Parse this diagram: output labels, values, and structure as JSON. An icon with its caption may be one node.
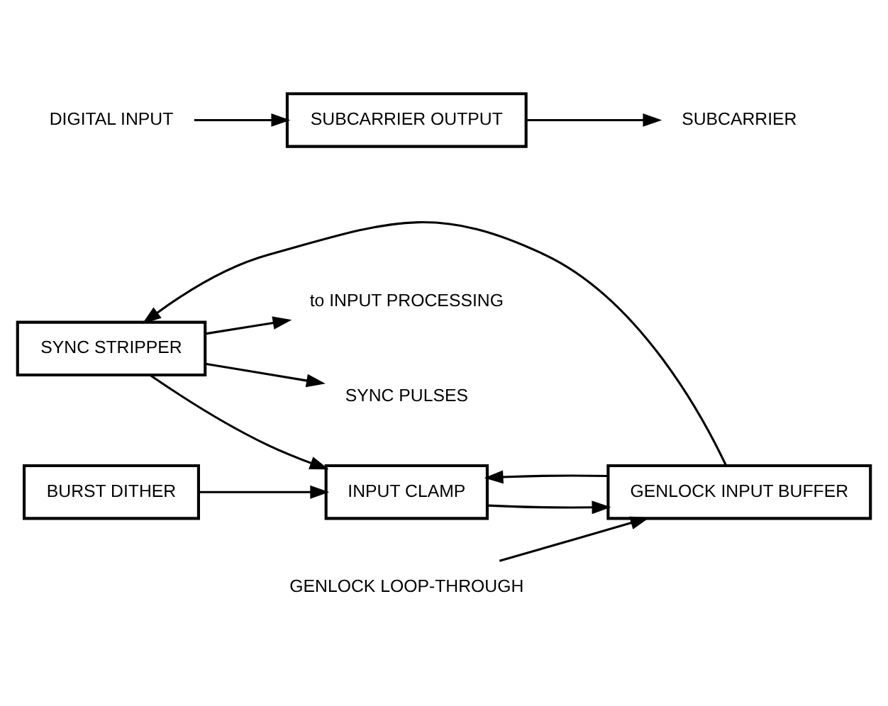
{
  "diagram": {
    "nodes": [
      {
        "text": [
          "to INPUT PROCESSING"
        ]
      },
      {
        "text": [
          "GENLOCK LOOP-THROUGH"
        ]
      },
      {
        "text": [
          "GENLOCK INPUT BUFFER"
        ]
      },
      {
        "text": [
          "SYNC STRIPPER"
        ]
      },
      {
        "text": [
          "SYNC PULSES"
        ]
      },
      {
        "text": [
          "BURST DITHER"
        ]
      },
      {
        "text": [
          "INPUT CLAMP"
        ]
      },
      {
        "text": [
          "DIGITAL INPUT"
        ]
      },
      {
        "text": [
          "SUBCARRIER OUTPUT"
        ]
      },
      {
        "text": [
          "SUBCARRIER"
        ]
      }
    ],
    "edges": [
      {
        "from": 1,
        "to": 2,
        "arrow": "to"
      },
      {
        "from": 2,
        "to": 3,
        "arrow": "to"
      },
      {
        "from": 2,
        "to": 6,
        "arrow": "to"
      },
      {
        "from": 6,
        "to": 2,
        "arrow": "to"
      },
      {
        "from": 3,
        "to": 0,
        "arrow": "to"
      },
      {
        "from": 3,
        "to": 4,
        "arrow": "to"
      },
      {
        "from": 3,
        "to": 6,
        "arrow": "to"
      },
      {
        "from": 5,
        "to": 6,
        "arrow": "to"
      },
      {
        "from": 7,
        "to": 8,
        "arrow": "to"
      },
      {
        "from": 8,
        "to": 9,
        "arrow": "to"
      }
    ]
  }
}
